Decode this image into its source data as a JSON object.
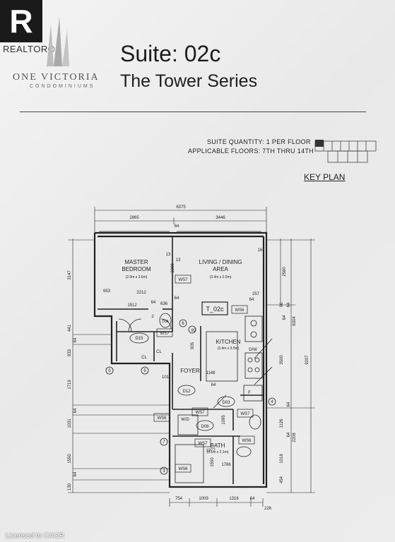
{
  "watermark": {
    "realtor_mark": "R",
    "realtor_text": "REALTOR®"
  },
  "brand": {
    "name": "ONE VICTORIA",
    "sub": "CONDOMINIUMS"
  },
  "header": {
    "title": "Suite: 02c",
    "series": "The Tower Series"
  },
  "suite_info": {
    "quantity": "SUITE QUANTITY: 1 PER FLOOR",
    "floors": "APPLICABLE FLOORS: 7TH THRU 14TH",
    "keyplan_label": "KEY PLAN"
  },
  "plan": {
    "unit_tag": "T_02c",
    "rooms": {
      "master": {
        "name": "MASTER",
        "name2": "BEDROOM",
        "size": "(2.9m x 3.6m)"
      },
      "living": {
        "name": "LIVING / DINING",
        "name2": "AREA",
        "size": "(3.4m x 2.5m)"
      },
      "kitchen": {
        "name": "KITCHEN",
        "size": "(3.4m x 3.5m)"
      },
      "foyer": {
        "name": "FOYER"
      },
      "bath": {
        "name": "BATH",
        "size": "(3.1m x 2.1m)"
      }
    },
    "tags": {
      "ws7": "WS7",
      "ws6": "WS6",
      "d08": "D08",
      "d15": "D15",
      "d12": "D12",
      "d03": "D03",
      "cl": "CL",
      "dw": "D/W",
      "wd": "W/D",
      "f": "F"
    },
    "dims": {
      "top_total": "6375",
      "top_left": "2865",
      "top_right": "3446",
      "top_64": "64",
      "d13a": "13",
      "d13b": "13",
      "d16": "16",
      "d3388": "3388",
      "d64a": "64",
      "d653": "653",
      "d2212": "2212",
      "d1512": "1512",
      "d64b": "64",
      "d636": "636",
      "d257": "257",
      "d64c": "64",
      "d92": "92",
      "d905": "905",
      "d1148": "1148",
      "d101": "101",
      "d64d": "64",
      "d1095": "1095",
      "d1377": "1377",
      "d1766": "1766",
      "d1550i": "1550",
      "b754": "754",
      "b1009": "1009",
      "b1316": "1316",
      "b64": "64",
      "b226": "226",
      "l3147": "3147",
      "l441": "441",
      "l64a": "64",
      "l933": "933",
      "l1719": "1719",
      "l64b": "64",
      "l1031": "1031",
      "l1550": "1550",
      "l64c": "64",
      "l130": "130",
      "r2580": "2580",
      "r96": "96",
      "r64a": "64",
      "r6304": "6304",
      "r9207": "9207",
      "r64b": "64",
      "r3500": "3500",
      "r64c": "64",
      "r1126": "1126",
      "r64d": "64",
      "r2208": "2208",
      "r1018": "1018",
      "r454": "454",
      "c2": "2",
      "c3": "3",
      "c4": "4",
      "c5a": "5",
      "c5b": "5",
      "c6": "6",
      "c7": "7"
    }
  },
  "footer": {
    "license": "Licensed to CAOR"
  },
  "colors": {
    "ink": "#222222",
    "paper": "#efefef",
    "realtor_box": "#1a1a1a"
  }
}
